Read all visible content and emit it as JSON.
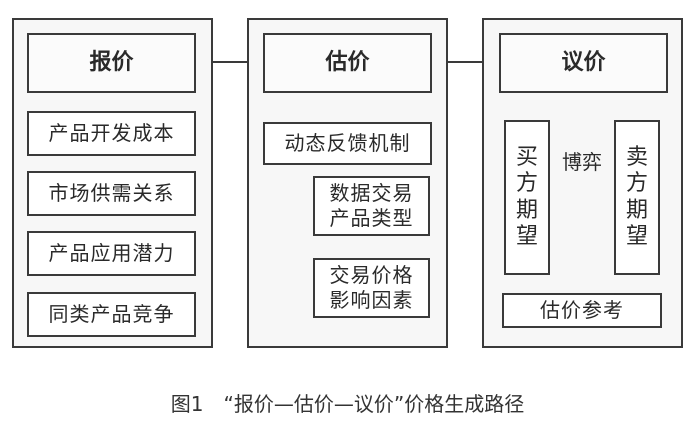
{
  "quote": {
    "title": "报价",
    "factors": [
      "产品开发成本",
      "市场供需关系",
      "产品应用潜力",
      "同类产品竞争"
    ]
  },
  "estimate": {
    "title": "估价",
    "mechanism": "动态反馈机制",
    "sub1": "数据交易\n产品类型",
    "sub2": "交易价格\n影响因素"
  },
  "negotiate": {
    "title": "议价",
    "buyer": "买\n方\n期\n望",
    "game": "博弈",
    "seller": "卖\n方\n期\n望",
    "reference": "估价参考"
  },
  "caption": "图1　“报价—估价—议价”价格生成路径"
}
